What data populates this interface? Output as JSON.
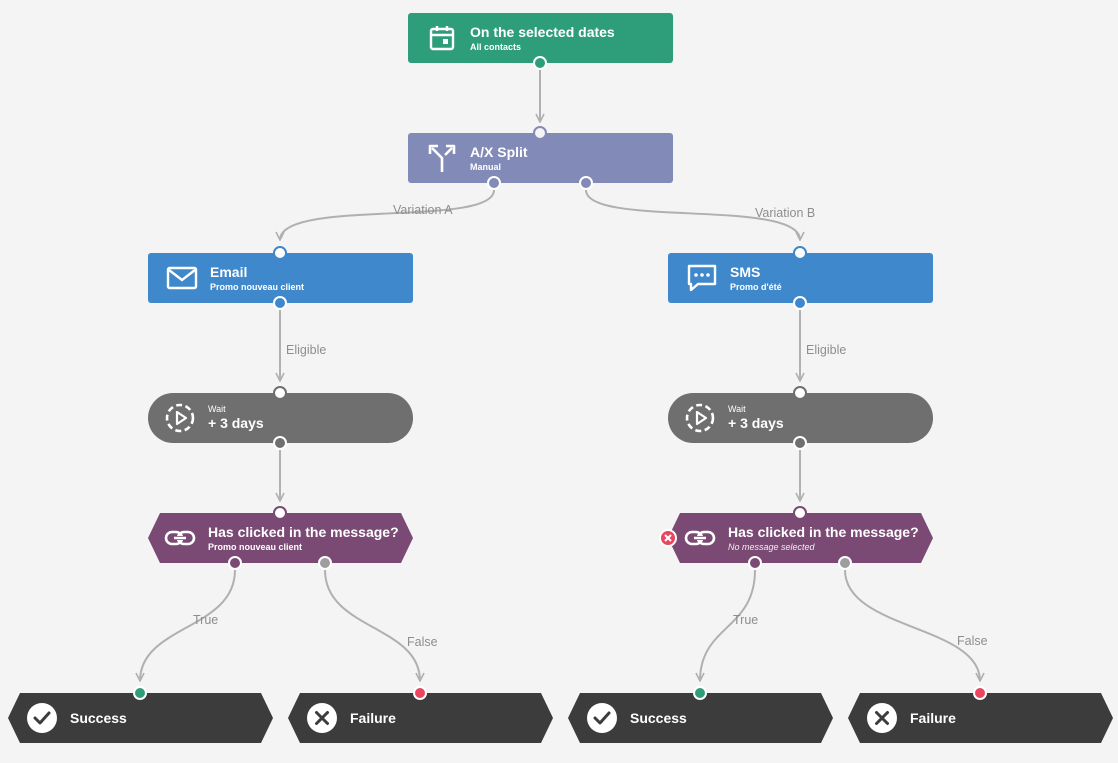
{
  "colors": {
    "trigger": "#2e9e7a",
    "split": "#828ab8",
    "action": "#3f88cc",
    "wait": "#6f6f6f",
    "condition": "#7a4a74",
    "exit": "#3c3c3c",
    "edge": "#b0b0b0",
    "port_white": "#ffffff",
    "port_true": "#2e9e7a",
    "port_false": "#e8475f",
    "port_grey": "#9e9e9e",
    "error": "#e8475f"
  },
  "nodes": {
    "trigger": {
      "title": "On the selected dates",
      "sub": "All contacts",
      "icon": "calendar-icon"
    },
    "split": {
      "title": "A/X Split",
      "sub": "Manual",
      "icon": "split-arrows-icon"
    },
    "email": {
      "title": "Email",
      "sub": "Promo nouveau client",
      "icon": "envelope-icon"
    },
    "sms": {
      "title": "SMS",
      "sub": "Promo d'été",
      "icon": "chat-bubble-icon"
    },
    "wait_a": {
      "pre": "Wait",
      "title": "+ 3 days",
      "icon": "timer-play-icon"
    },
    "wait_b": {
      "pre": "Wait",
      "title": "+ 3 days",
      "icon": "timer-play-icon"
    },
    "cond_a": {
      "title": "Has clicked in the message?",
      "sub": "Promo nouveau client",
      "icon": "link-icon"
    },
    "cond_b": {
      "title": "Has clicked in the message?",
      "sub": "No message selected",
      "icon": "link-icon",
      "error_icon": "error-x-icon"
    },
    "success_a": {
      "title": "Success",
      "icon": "check-circle-icon"
    },
    "failure_a": {
      "title": "Failure",
      "icon": "x-circle-icon"
    },
    "success_b": {
      "title": "Success",
      "icon": "check-circle-icon"
    },
    "failure_b": {
      "title": "Failure",
      "icon": "x-circle-icon"
    }
  },
  "edges": [
    {
      "id": "trigger-to-split",
      "label": ""
    },
    {
      "id": "split-to-email",
      "label": "Variation A"
    },
    {
      "id": "split-to-sms",
      "label": "Variation B"
    },
    {
      "id": "email-to-wait",
      "label": "Eligible"
    },
    {
      "id": "sms-to-wait",
      "label": "Eligible"
    },
    {
      "id": "wait-a-to-cond",
      "label": ""
    },
    {
      "id": "wait-b-to-cond",
      "label": ""
    },
    {
      "id": "cond-a-true",
      "label": "True"
    },
    {
      "id": "cond-a-false",
      "label": "False"
    },
    {
      "id": "cond-b-true",
      "label": "True"
    },
    {
      "id": "cond-b-false",
      "label": "False"
    }
  ]
}
